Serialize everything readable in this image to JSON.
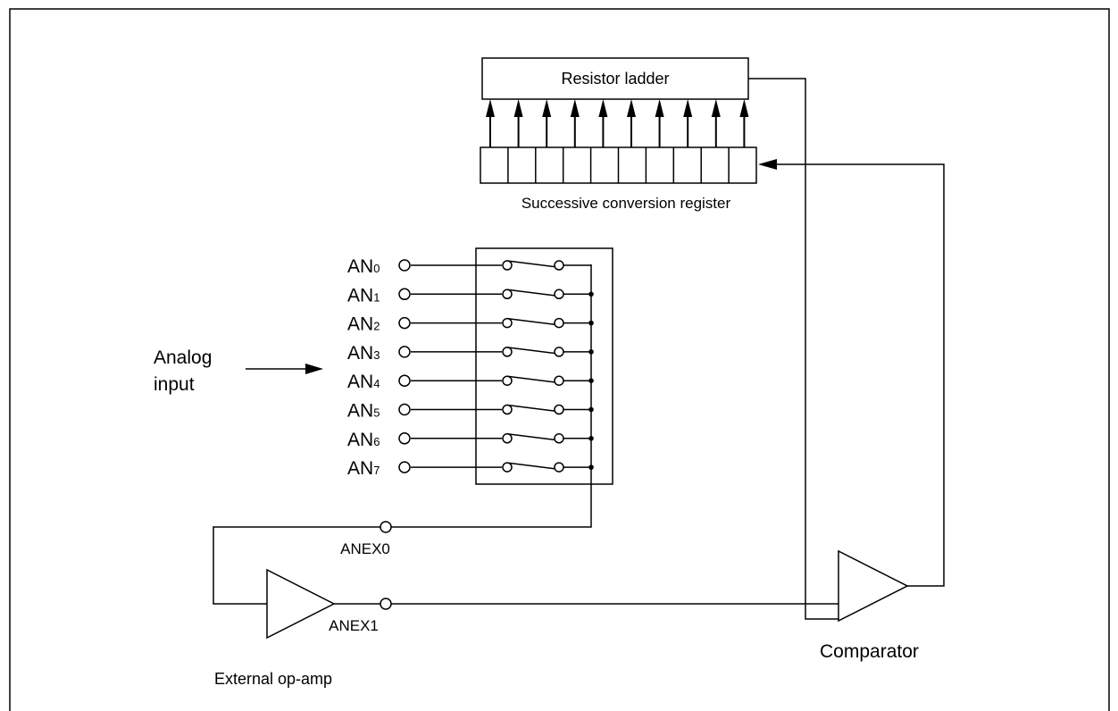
{
  "diagram": {
    "resistor_ladder_label": "Resistor ladder",
    "register_label": "Successive conversion register",
    "register_bit_count": 10,
    "analog_input_line1": "Analog",
    "analog_input_line2": "input",
    "channels": [
      {
        "prefix": "AN",
        "index": "0"
      },
      {
        "prefix": "AN",
        "index": "1"
      },
      {
        "prefix": "AN",
        "index": "2"
      },
      {
        "prefix": "AN",
        "index": "3"
      },
      {
        "prefix": "AN",
        "index": "4"
      },
      {
        "prefix": "AN",
        "index": "5"
      },
      {
        "prefix": "AN",
        "index": "6"
      },
      {
        "prefix": "AN",
        "index": "7"
      }
    ],
    "anex0_label": "ANEX0",
    "anex1_label": "ANEX1",
    "opamp_label": "External op-amp",
    "comparator_label": "Comparator"
  }
}
